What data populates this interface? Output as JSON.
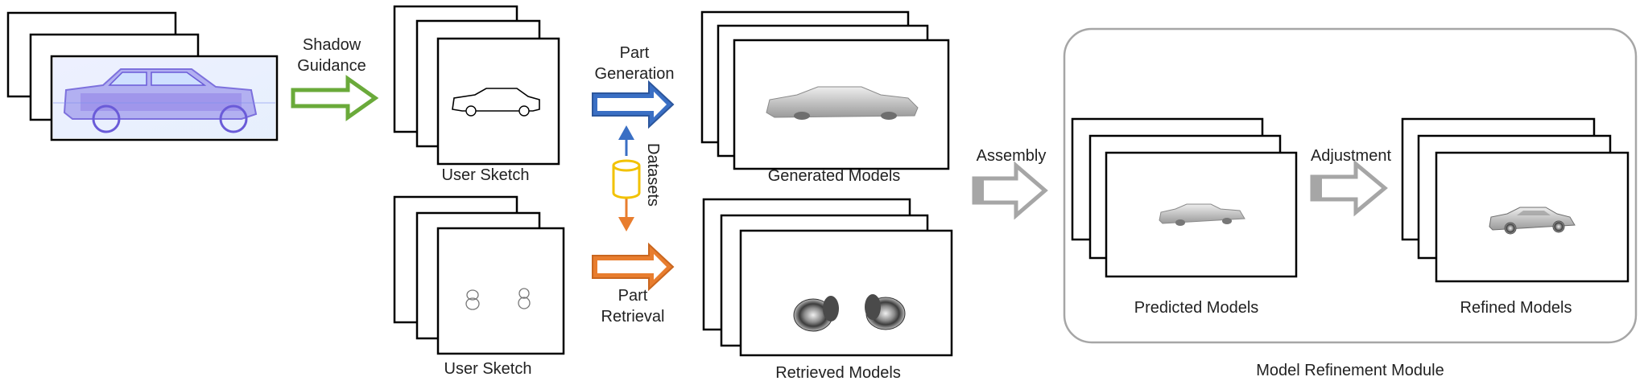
{
  "arrows": {
    "shadow_guidance": [
      "Shadow",
      "Guidance"
    ],
    "part_generation": [
      "Part",
      "Generation"
    ],
    "part_retrieval": [
      "Part",
      "Retrieval"
    ],
    "assembly": "Assembly",
    "adjustment": "Adjustment"
  },
  "datasets_label": "Datasets",
  "captions": {
    "user_sketch_top": "User Sketch",
    "user_sketch_bottom": "User Sketch",
    "generated_models": "Generated Models",
    "retrieved_models": "Retrieved Models",
    "predicted_models": "Predicted Models",
    "refined_models": "Refined Models"
  },
  "module_title": "Model Refinement Module",
  "colors": {
    "shadow_arrow": "#6aaa3a",
    "generation_arrow": "#3a6fc4",
    "retrieval_arrow": "#e87d2e",
    "dataset_cylinder": "#f2c200",
    "hollow_arrow": "#a6a6a6",
    "module_border": "#a6a6a6"
  }
}
